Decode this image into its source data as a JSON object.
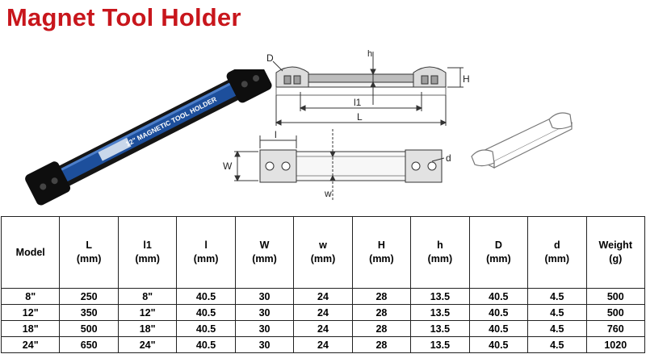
{
  "title": "Magnet Tool Holder",
  "product_label": "12\" MAGNETIC TOOL HOLDER",
  "diagram_labels": {
    "D": "D",
    "h": "h",
    "H": "H",
    "l1": "l1",
    "L": "L",
    "l": "l",
    "W": "W",
    "w": "w",
    "d": "d"
  },
  "table": {
    "headers": [
      {
        "name": "Model",
        "unit": ""
      },
      {
        "name": "L",
        "unit": "(mm)"
      },
      {
        "name": "l1",
        "unit": "(mm)"
      },
      {
        "name": "l",
        "unit": "(mm)"
      },
      {
        "name": "W",
        "unit": "(mm)"
      },
      {
        "name": "w",
        "unit": "(mm)"
      },
      {
        "name": "H",
        "unit": "(mm)"
      },
      {
        "name": "h",
        "unit": "(mm)"
      },
      {
        "name": "D",
        "unit": "(mm)"
      },
      {
        "name": "d",
        "unit": "(mm)"
      },
      {
        "name": "Weight",
        "unit": "(g)"
      }
    ],
    "rows": [
      [
        "8\"",
        "250",
        "8\"",
        "40.5",
        "30",
        "24",
        "28",
        "13.5",
        "40.5",
        "4.5",
        "500"
      ],
      [
        "12\"",
        "350",
        "12\"",
        "40.5",
        "30",
        "24",
        "28",
        "13.5",
        "40.5",
        "4.5",
        "500"
      ],
      [
        "18\"",
        "500",
        "18\"",
        "40.5",
        "30",
        "24",
        "28",
        "13.5",
        "40.5",
        "4.5",
        "760"
      ],
      [
        "24\"",
        "650",
        "24\"",
        "40.5",
        "30",
        "24",
        "28",
        "13.5",
        "40.5",
        "4.5",
        "1020"
      ]
    ]
  },
  "colors": {
    "title": "#c8161c",
    "bar_blue": "#1d4f9c",
    "bar_black": "#151515"
  }
}
